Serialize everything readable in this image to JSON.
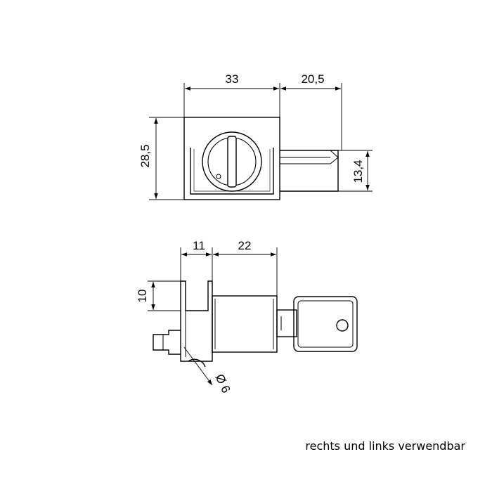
{
  "top_view": {
    "width_label": "33",
    "key_extension_label": "20,5",
    "height_label": "28,5",
    "key_height_label": "13,4"
  },
  "side_view": {
    "flange_label": "11",
    "body_label": "22",
    "height_label": "10",
    "diameter_label": "Ø 6"
  },
  "caption": "rechts und links verwendbar"
}
